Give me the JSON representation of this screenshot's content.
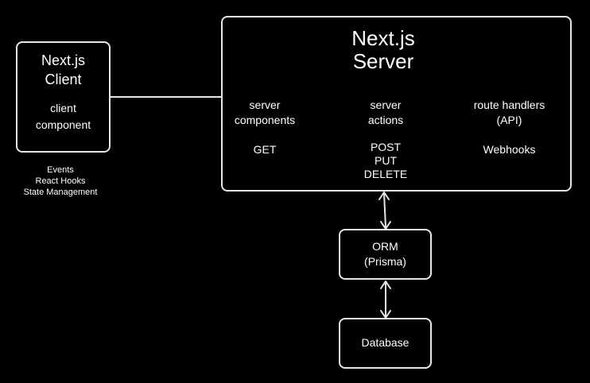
{
  "client": {
    "title_line1": "Next.js",
    "title_line2": "Client",
    "sub_line1": "client",
    "sub_line2": "component",
    "notes": [
      "Events",
      "React Hooks",
      "State Management"
    ]
  },
  "server": {
    "title_line1": "Next.js",
    "title_line2": "Server",
    "columns": [
      {
        "heading_line1": "server",
        "heading_line2": "components",
        "methods": [
          "GET"
        ]
      },
      {
        "heading_line1": "server",
        "heading_line2": "actions",
        "methods": [
          "POST",
          "PUT",
          "DELETE"
        ]
      },
      {
        "heading_line1": "route handlers",
        "heading_line2": "(API)",
        "methods": [
          "Webhooks"
        ]
      }
    ]
  },
  "orm": {
    "line1": "ORM",
    "line2": "(Prisma)"
  },
  "database": {
    "label": "Database"
  },
  "colors": {
    "background": "#000000",
    "stroke": "#e6e6e6",
    "text": "#ffffff"
  }
}
